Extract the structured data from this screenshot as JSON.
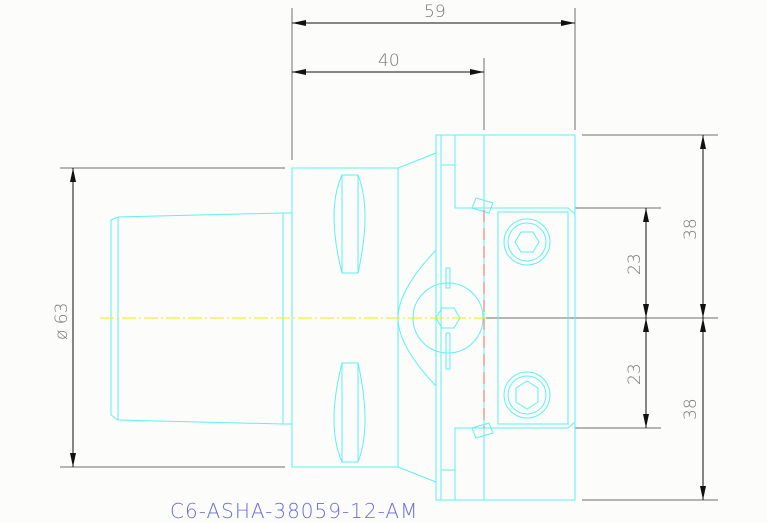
{
  "drawing": {
    "part_number": "C6-ASHA-38059-12-AM",
    "colors": {
      "outline": "#5ff0f0",
      "dimension": "#111111",
      "centerline": "#f0f000",
      "hidden": "#f08080",
      "part_number": "#6a6ae0"
    },
    "dimensions": {
      "overall_length": "59",
      "body_length": "40",
      "diameter": "ø 63",
      "upper_height": "38",
      "lower_height": "38",
      "upper_insert": "23",
      "lower_insert": "23"
    }
  }
}
